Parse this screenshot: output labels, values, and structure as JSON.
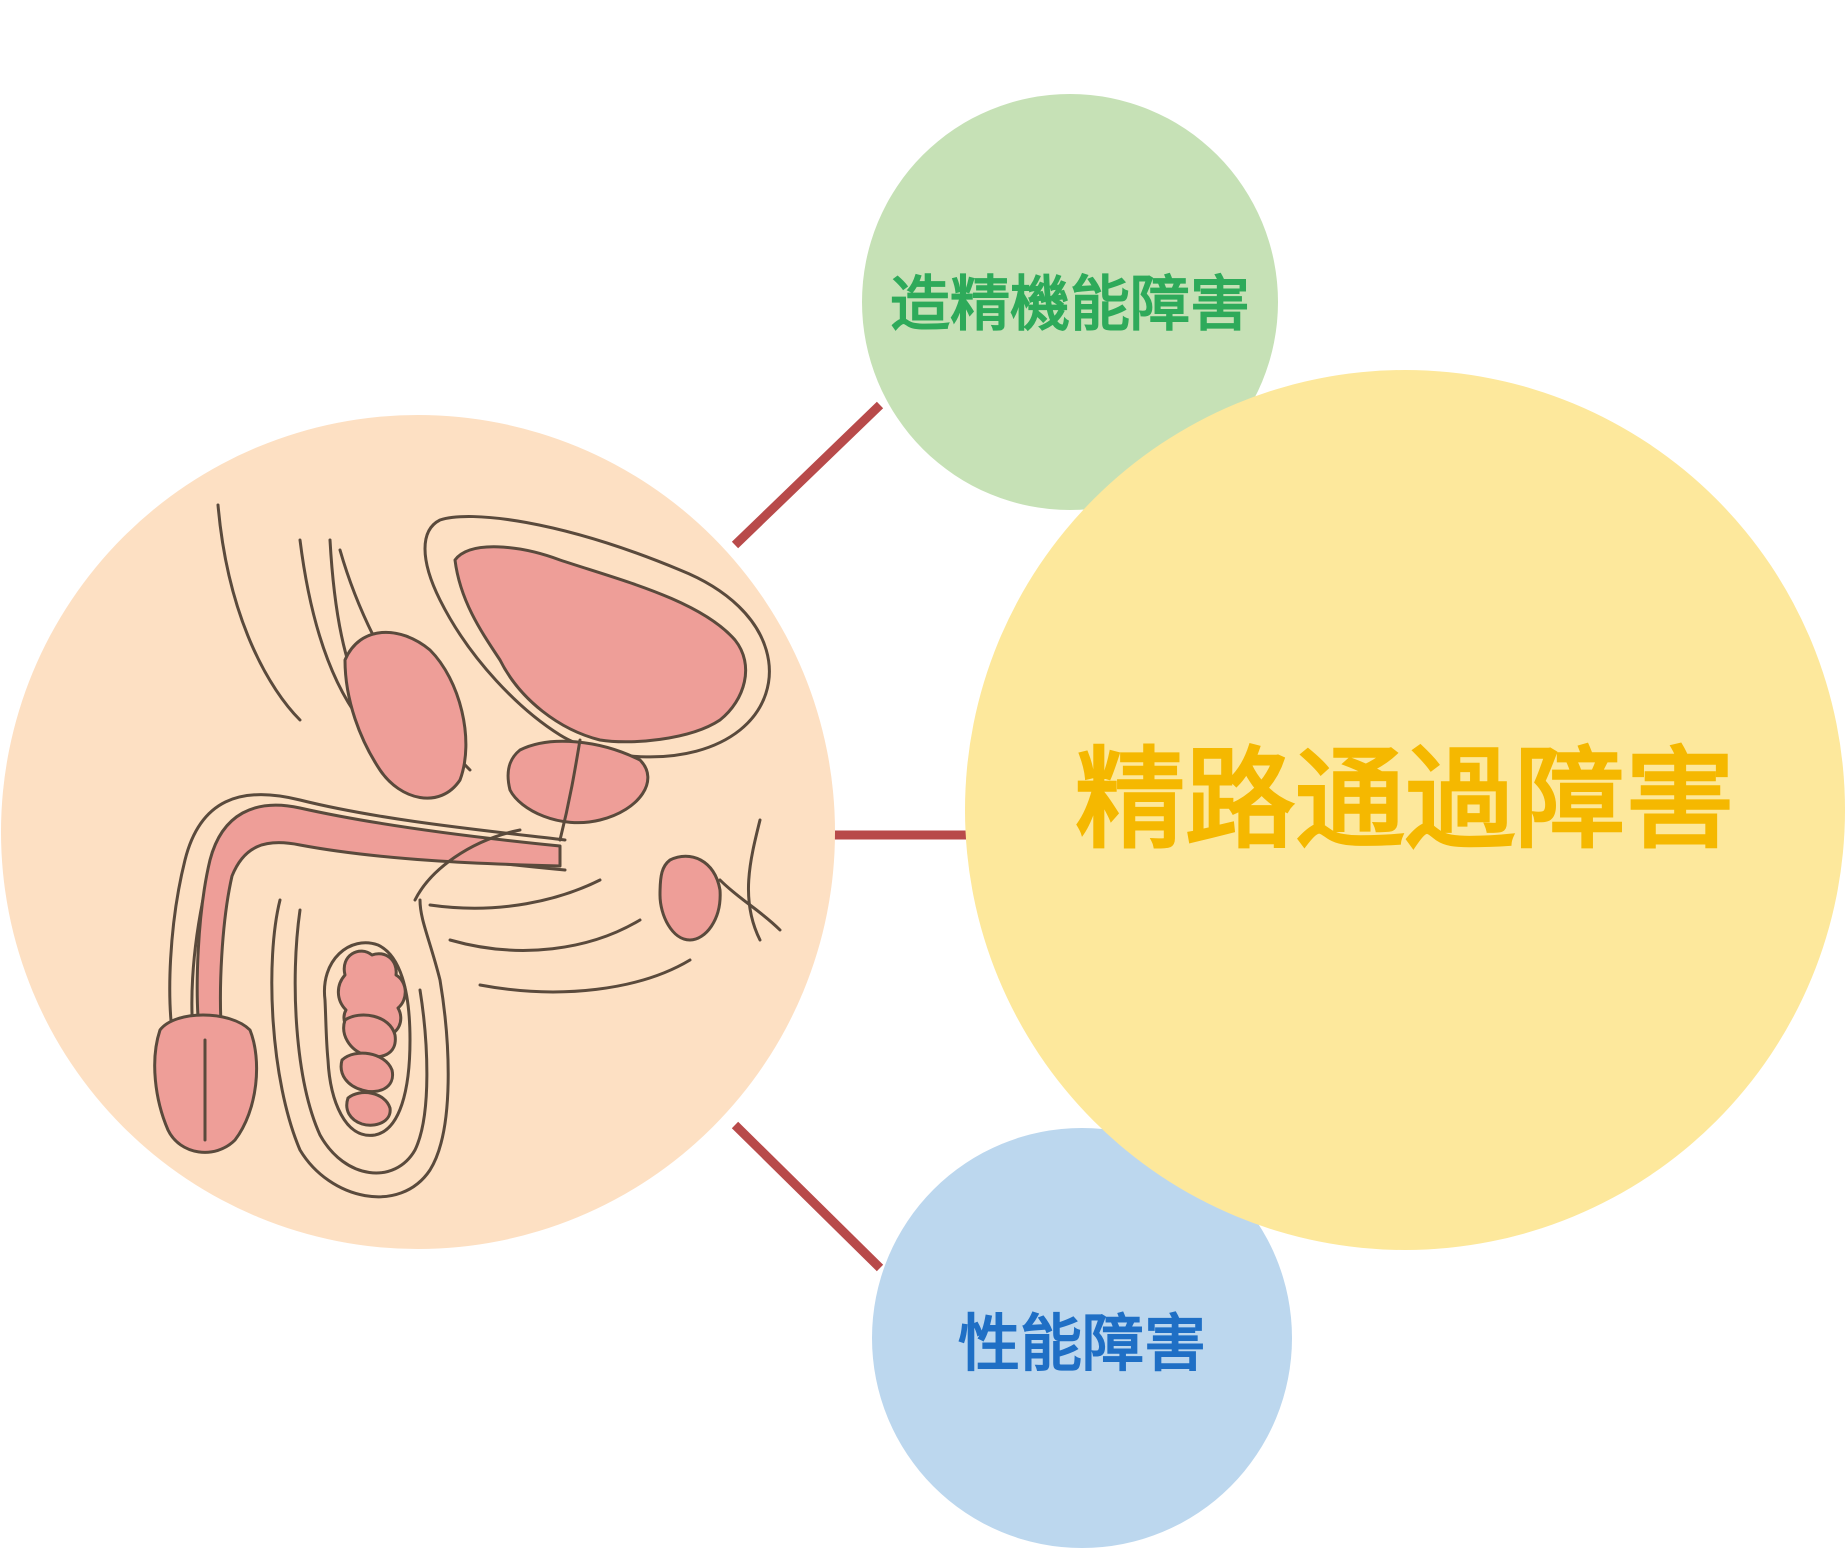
{
  "diagram": {
    "colors": {
      "connector": "#b84a4a",
      "anatomy_bg": "#fde0c3",
      "spermatogenesis_fill": "#c6e1b6",
      "spermatogenesis_text": "#2eaa5a",
      "sperm_passage_fill": "#fde89c",
      "sperm_passage_text": "#f5b800",
      "sexual_fill": "#bcd7ee",
      "sexual_text": "#1f6fc5",
      "organ_fill": "#ee9e98",
      "outline": "#5a4a3c"
    },
    "nodes": {
      "spermatogenesis": {
        "label": "造精機能障害"
      },
      "sperm_passage": {
        "label": "精路通過障害"
      },
      "sexual": {
        "label": "性能障害"
      }
    },
    "illustration": {
      "icon": "male-reproductive-anatomy-icon"
    }
  }
}
